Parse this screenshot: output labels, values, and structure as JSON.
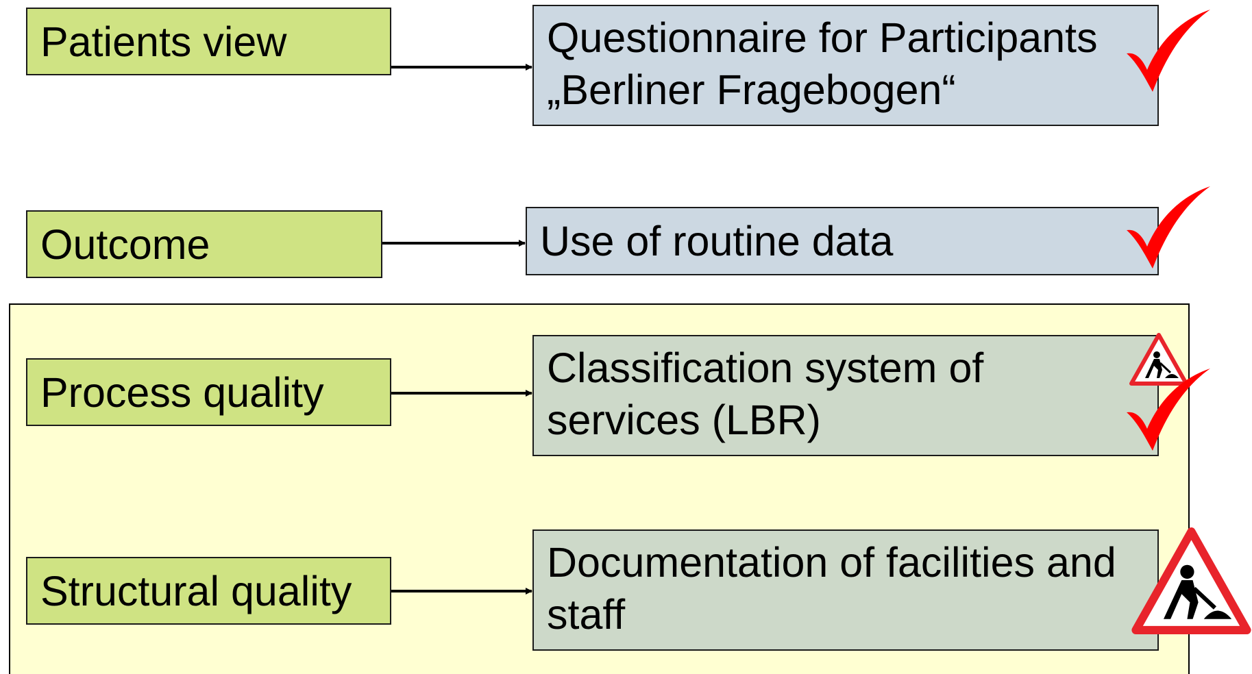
{
  "rows": [
    {
      "left_label": "Patients view",
      "right_lines": [
        "Questionnaire for Participants",
        "„Berliner Fragebogen“"
      ],
      "status_icons": [
        "checkmark-icon"
      ]
    },
    {
      "left_label": "Outcome",
      "right_lines": [
        "Use of routine data"
      ],
      "status_icons": [
        "checkmark-icon"
      ]
    },
    {
      "left_label": "Process quality",
      "right_lines": [
        "Classification system of",
        "services (LBR)"
      ],
      "status_icons": [
        "construction-warning-icon",
        "checkmark-icon"
      ]
    },
    {
      "left_label": "Structural quality",
      "right_lines": [
        "Documentation of facilities and",
        "staff"
      ],
      "status_icons": [
        "construction-warning-icon"
      ]
    }
  ],
  "colors": {
    "left_box": "#cfe383",
    "right_box_top": "#ccd8e2",
    "right_box_bottom": "#cdd9c9",
    "panel": "#ffffd2",
    "check": "#ff0000",
    "warning_border": "#e8242b"
  }
}
